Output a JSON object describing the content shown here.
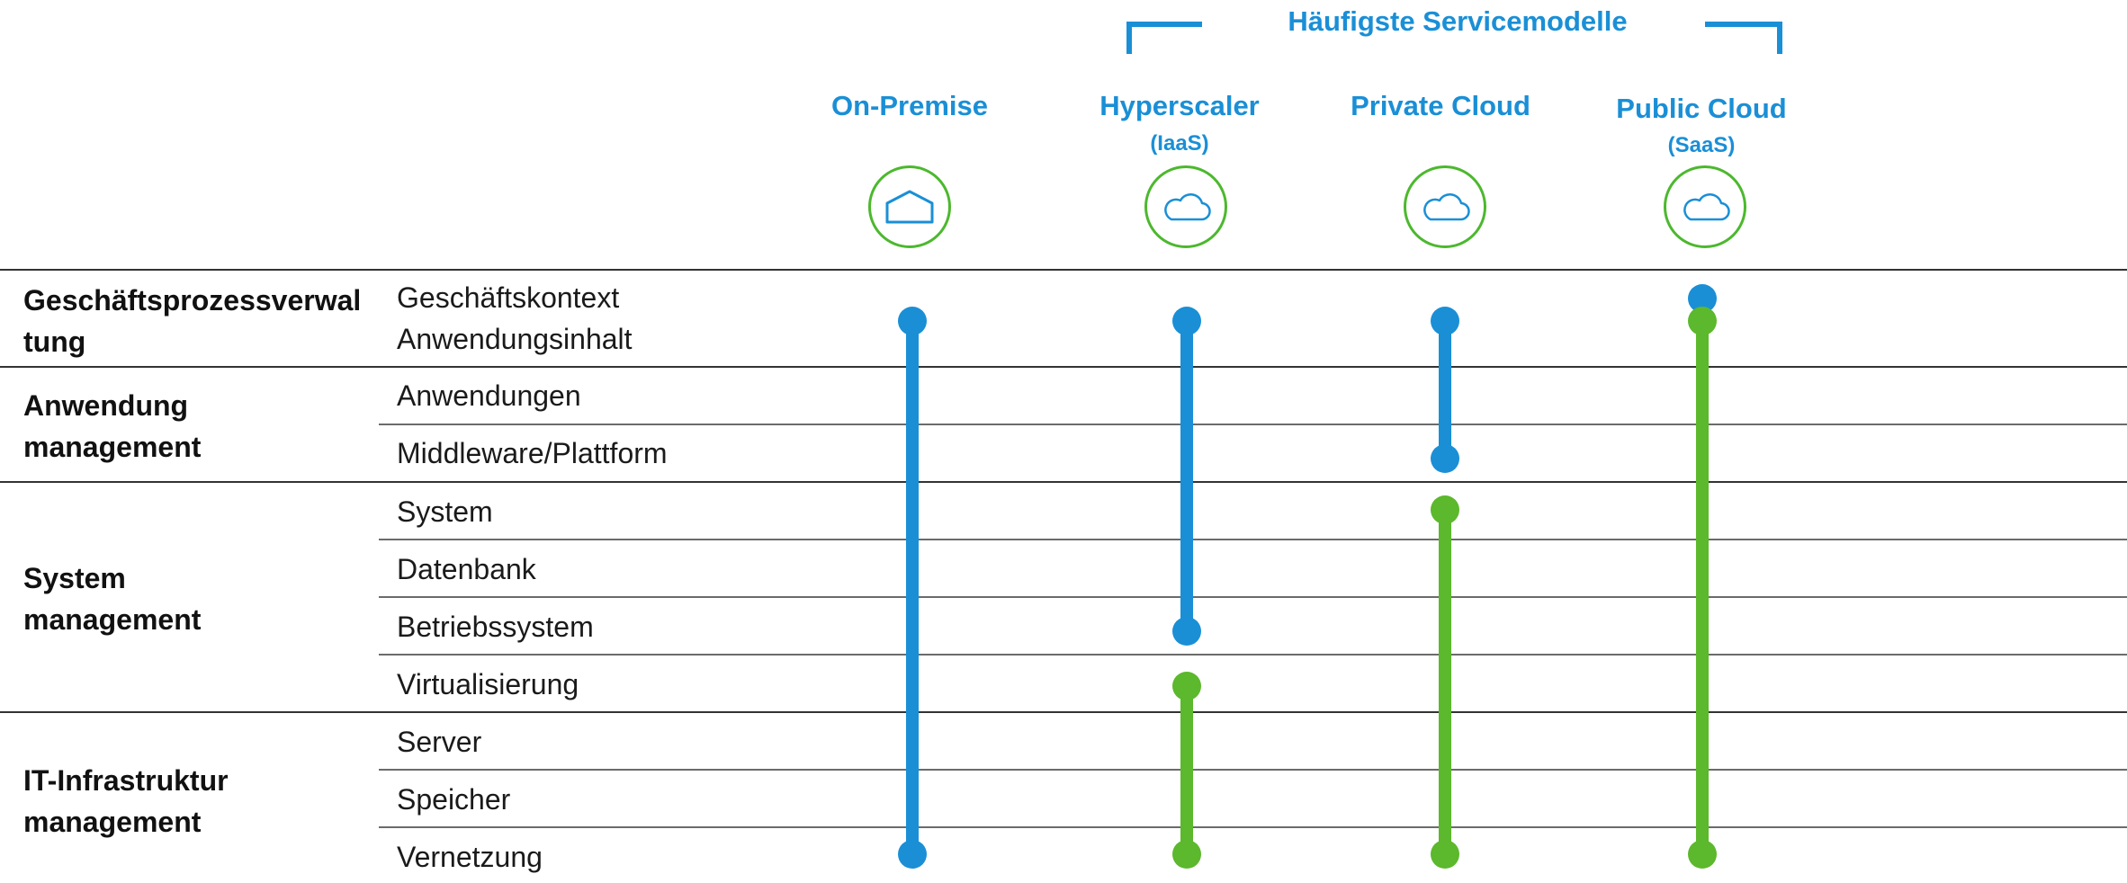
{
  "header": {
    "bracket_title": "Häufigste Servicemodelle"
  },
  "columns": [
    {
      "title": "On-Premise",
      "subtitle": "",
      "icon": "house-icon"
    },
    {
      "title": "Hyperscaler",
      "subtitle": "(IaaS)",
      "icon": "cloud-icon"
    },
    {
      "title": "Private Cloud",
      "subtitle": "",
      "icon": "cloud-icon"
    },
    {
      "title": "Public Cloud",
      "subtitle": "(SaaS)",
      "icon": "cloud-icon"
    }
  ],
  "categories": [
    {
      "line1": "Geschäftsprozessverwal",
      "line2": "tung"
    },
    {
      "line1": "Anwendung",
      "line2": "management"
    },
    {
      "line1": "System",
      "line2": "management"
    },
    {
      "line1": "IT-Infrastruktur",
      "line2": "management"
    }
  ],
  "layers": [
    "Geschäftskontext",
    "Anwendungsinhalt",
    "Anwendungen",
    "Middleware/Plattform",
    "System",
    "Datenbank",
    "Betriebssystem",
    "Virtualisierung",
    "Server",
    "Speicher",
    "Vernetzung"
  ],
  "responsibility": {
    "legend_note": "",
    "segments": [
      {
        "column": 0,
        "color": "blue",
        "from_layer": 1,
        "to_layer": 10
      },
      {
        "column": 1,
        "color": "blue",
        "from_layer": 1,
        "to_layer": 6
      },
      {
        "column": 1,
        "color": "green",
        "from_layer": 7,
        "to_layer": 10
      },
      {
        "column": 2,
        "color": "blue",
        "from_layer": 1,
        "to_layer": 3
      },
      {
        "column": 2,
        "color": "green",
        "from_layer": 4,
        "to_layer": 10
      },
      {
        "column": 3,
        "color": "blue",
        "from_layer": 0,
        "to_layer": 0
      },
      {
        "column": 3,
        "color": "green",
        "from_layer": 1,
        "to_layer": 10
      }
    ]
  },
  "colors": {
    "blue": "#1a8fd6",
    "green": "#5cb82c",
    "title": "#1a8fd6"
  }
}
